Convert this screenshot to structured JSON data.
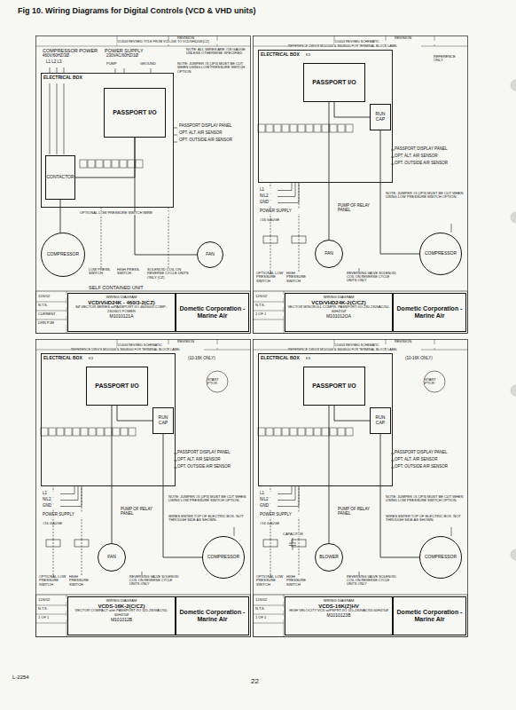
{
  "diagram": {
    "title": "Fig 10.  Wiring Diagrams for Digital Controls (VCD & VHD units)",
    "nodes": [
      {
        "text": [
          "ELECTRICAL BOX"
        ]
      },
      {
        "text": [
          "PASSPORT I/O"
        ],
        "in": 0
      },
      {
        "text": [
          "CONTACTOR"
        ],
        "in": 0
      },
      {
        "text": [
          "COMPRESSOR"
        ]
      },
      {
        "text": [
          "FAN"
        ]
      },
      {
        "text": [
          "WIRING DIAGRAM",
          "VCD/VHD24K - 460/3-2(CZ)",
          "3Ø VECTOR SERIES w/PASSPORT I/O 460/60/3 COMP - 230/60/1 POWER",
          "M1010121A"
        ]
      },
      {
        "text": [
          "Dometic Corporation - Marine Air"
        ]
      },
      {
        "text": [
          "ELECTRICAL BOX"
        ]
      },
      {
        "text": [
          "PASSPORT I/O"
        ],
        "in": 7
      },
      {
        "text": [
          "RUN CAP"
        ],
        "in": 7
      },
      {
        "text": [
          "COMPRESSOR"
        ]
      },
      {
        "text": [
          "FAN"
        ]
      },
      {
        "text": [
          "WIRING DIAGRAM",
          "VCD/VHD24K-2(C/CZ)",
          "VECTOR W/SCROLL COMPR. PASSPORT I/O 230-230VAC/50-60HZ/1Ø",
          "M101012OA"
        ]
      },
      {
        "text": [
          "Dometic Corporation - Marine Air"
        ]
      },
      {
        "text": [
          "ELECTRICAL BOX"
        ]
      },
      {
        "text": [
          "PASSPORT I/O"
        ],
        "in": 14
      },
      {
        "text": [
          "RUN CAP"
        ],
        "in": 14
      },
      {
        "text": [
          "COMPRESSOR"
        ]
      },
      {
        "text": [
          "FAN"
        ]
      },
      {
        "text": [
          "WIRING DIAGRAM",
          "VCDS-16K-2(C/CZ)",
          "VECTOR COMPACT with PASSPORT I/O 115-230VAC/50-60HZ/1Ø",
          "M101012B"
        ]
      },
      {
        "text": [
          "Dometic Corporation - Marine Air"
        ]
      },
      {
        "text": [
          "ELECTRICAL BOX"
        ]
      },
      {
        "text": [
          "PASSPORT I/O"
        ],
        "in": 21
      },
      {
        "text": [
          "RUN CAP"
        ],
        "in": 21
      },
      {
        "text": [
          "COMPRESSOR"
        ]
      },
      {
        "text": [
          "BLOWER"
        ]
      },
      {
        "text": [
          "WIRING DIAGRAM",
          "VCDS-16K(Z)HV",
          "HIGH VELOCITY VCD w/PSPRT I/O 115-230VAC/50-60HZ/1Ø",
          "M1010123B"
        ]
      },
      {
        "text": [
          "Dometic Corporation - Marine Air"
        ]
      }
    ],
    "edges": [
      {
        "from": 1,
        "to": 2,
        "arrow": "none"
      },
      {
        "from": 2,
        "to": 3,
        "arrow": "none"
      },
      {
        "from": 1,
        "to": 4,
        "arrow": "none"
      },
      {
        "from": 8,
        "to": 9,
        "arrow": "none"
      },
      {
        "from": 9,
        "to": 10,
        "arrow": "none"
      },
      {
        "from": 8,
        "to": 11,
        "arrow": "none"
      },
      {
        "from": 15,
        "to": 16,
        "arrow": "none"
      },
      {
        "from": 16,
        "to": 17,
        "arrow": "none"
      },
      {
        "from": 15,
        "to": 18,
        "arrow": "none"
      },
      {
        "from": 22,
        "to": 23,
        "arrow": "none"
      },
      {
        "from": 23,
        "to": 24,
        "arrow": "none"
      },
      {
        "from": 22,
        "to": 25,
        "arrow": "none"
      }
    ],
    "labels": [
      "L-2254",
      "22",
      "REVISION",
      "1/13/03 REVISED TITLE FROM VCD-24K TO VCD/VHD24K(CZ)",
      "COMPRESSOR POWER",
      "460V/60HZ/3Ø",
      "L1 L2 L3",
      "POWER SUPPLY",
      "230VAC/60HZ/1Ø",
      "PUMP",
      "GROUND",
      "NOTE: ALL WIRES ARE #18 GAUGE UNLESS OTHERWISE SPECIFIED",
      "NOTE: JUMPER #3 (JP3) MUST BE CUT WHEN USING LOW PRESSURE SWITCH OPTION.",
      "OPTIONAL LOW PRESSURE SWITCH WIRE",
      "PASSPORT DISPLAY PANEL",
      "OPT. ALT. AIR SENSOR",
      "OPT. OUTSIDE AIR SENSOR",
      "LOW PRESS. SWITCH",
      "HIGH PRESS. SWITCH",
      "SOLENOID COIL ON REVERSE CYCLE UNITS ONLY (CZ)",
      "SELF CONTAINED UNIT",
      "12/6/02",
      "N.T.S.",
      "CURRENT",
      "DRN PJM",
      "REVISION",
      "1/14/03 REVISED SCHEMATIC",
      "REFERENCE DWG'S M101006 & M408000 FOR TERMINAL BLOCK LABEL",
      "K3",
      "REFERENCE ONLY",
      "PASSPORT DISPLAY PANEL",
      "OPT. ALT. AIR SENSOR",
      "OPT. OUTSIDE AIR SENSOR",
      "L1",
      "N/L2",
      "GND",
      "POWER SUPPLY",
      "#16 GAUGE",
      "PUMP OF RELAY PANEL",
      "NOTE: JUMPER #3 (JP3) MUST BE CUT WHEN USING LOW PRESSURE SWITCH OPTION.",
      "OPTIONAL LOW PRESSURE SWITCH",
      "HIGH PRESSURE SWITCH",
      "REVERSING VALVE SOLENOID COIL ON REVERSE CYCLE UNITS ONLY",
      "12/6/02",
      "N.T.S.",
      "1 OF 1",
      "REVISION",
      "1/14/03 REVISED SCHEMATIC",
      "REFERENCE DWG'S M101006 & M408000 FOR TERMINAL BLOCK LABEL",
      "K3",
      "(10-16K ONLY)",
      "START PTCR",
      "PASSPORT DISPLAY PANEL",
      "OPT. ALT. AIR SENSOR",
      "OPT. OUTSIDE AIR SENSOR",
      "L1",
      "N/L2",
      "GND",
      "POWER SUPPLY",
      "#16 GAUGE",
      "PUMP OF RELAY PANEL",
      "NOTE: JUMPER #3 (JP3) MUST BE CUT WHEN USING LOW PRESSURE SWITCH OPTION.",
      "WIRES ENTER TOP OF ELECTRIC BOX. NOT THROUGH SIDE AS SHOWN.",
      "OPTIONAL LOW PRESSURE SWITCH",
      "HIGH PRESSURE SWITCH",
      "REVERSING VALVE SOLENOID COIL ON REVERSE CYCLE UNITS ONLY",
      "12/6/02",
      "N.T.S.",
      "1 OF 1",
      "REVISION",
      "1/14/03 REVISED SCHEMATIC",
      "REFERENCE DWG'S M101006 & M408000 FOR TERMINAL BLOCK LABEL",
      "K3",
      "(10-16K ONLY)",
      "START PTCR",
      "PASSPORT DISPLAY PANEL",
      "OPT. ALT. AIR SENSOR",
      "OPT. OUTSIDE AIR SENSOR",
      "L1",
      "N/L2",
      "GND",
      "POWER SUPPLY",
      "#16 GAUGE",
      "PUMP OF RELAY PANEL",
      "NOTE: JUMPER #3 (JP3) MUST BE CUT WHEN USING LOW PRESSURE SWITCH OPTION.",
      "WIRES ENTER TOP OF ELECTRIC BOX. NOT THROUGH SIDE AS SHOWN.",
      "CAPACITOR",
      "OPTIONAL LOW PRESSURE SWITCH",
      "HIGH PRESSURE SWITCH",
      "REVERSING VALVE SOLENOID COIL ON REVERSE CYCLE UNITS ONLY",
      "12/6/02",
      "N.T.S.",
      "1 OF 1"
    ]
  }
}
